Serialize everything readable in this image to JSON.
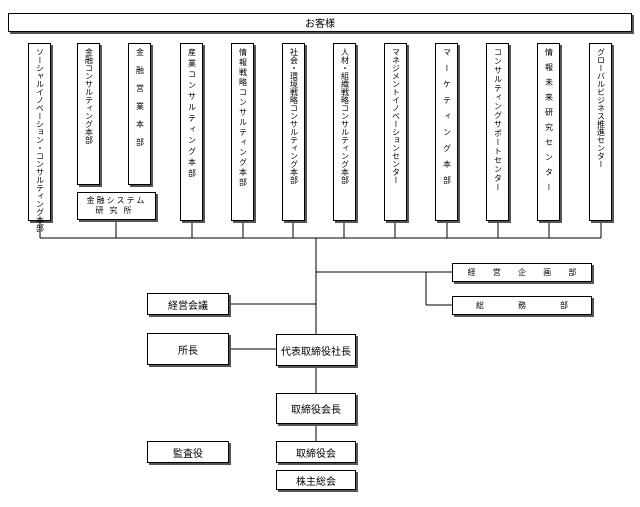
{
  "customers": "お客様",
  "divisions": [
    "ソーシャルイノベーション・コンサルティング本部",
    "金融コンサルティング本部",
    "金融営業本部",
    "産業コンサルティング本部",
    "情報戦略コンサルティング本部",
    "社会・環境戦略コンサルティング本部",
    "人材・組織戦略コンサルティング本部",
    "マネジメントイノベーションセンター",
    "マーケティング本部",
    "コンサルティングサポートセンター",
    "情報未来研究センター",
    "グローバルビジネス推進センター"
  ],
  "fin_research": {
    "line1": "金融システム",
    "line2": "研究所"
  },
  "corporate_planning": [
    "経",
    "営",
    "企",
    "画",
    "部"
  ],
  "general_affairs": [
    "総",
    "務",
    "部"
  ],
  "management_council": "経営会議",
  "director": "所長",
  "president": "代表取締役社長",
  "chairman": "取締役会長",
  "board": "取締役会",
  "auditor": "監査役",
  "shareholders": "株主総会"
}
